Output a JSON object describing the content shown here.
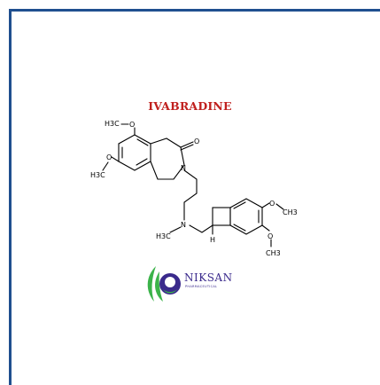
{
  "document": {
    "title": "IVABRADINE"
  },
  "structure": {
    "labels": {
      "h3c_top": "H3C",
      "o_top": "O",
      "o_left": "O",
      "h3c_left": "H3C",
      "o_carbonyl": "O",
      "n_ring": "N",
      "n_amine": "N",
      "h3c_amine": "H3C",
      "h_stereo": "H",
      "o_right_top": "O",
      "ch3_right_top": "CH3",
      "o_right_bottom": "O",
      "ch3_right_bottom": "CH3"
    }
  },
  "logo": {
    "name": "NIKSAN",
    "tagline": "PHARMACEUTICAL"
  },
  "colors": {
    "frame": "#1f4f8f",
    "title": "#c0201e",
    "logo_text": "#3a2a8c",
    "logo_green": "#3bb34a",
    "logo_purple": "#3a2a8c"
  }
}
